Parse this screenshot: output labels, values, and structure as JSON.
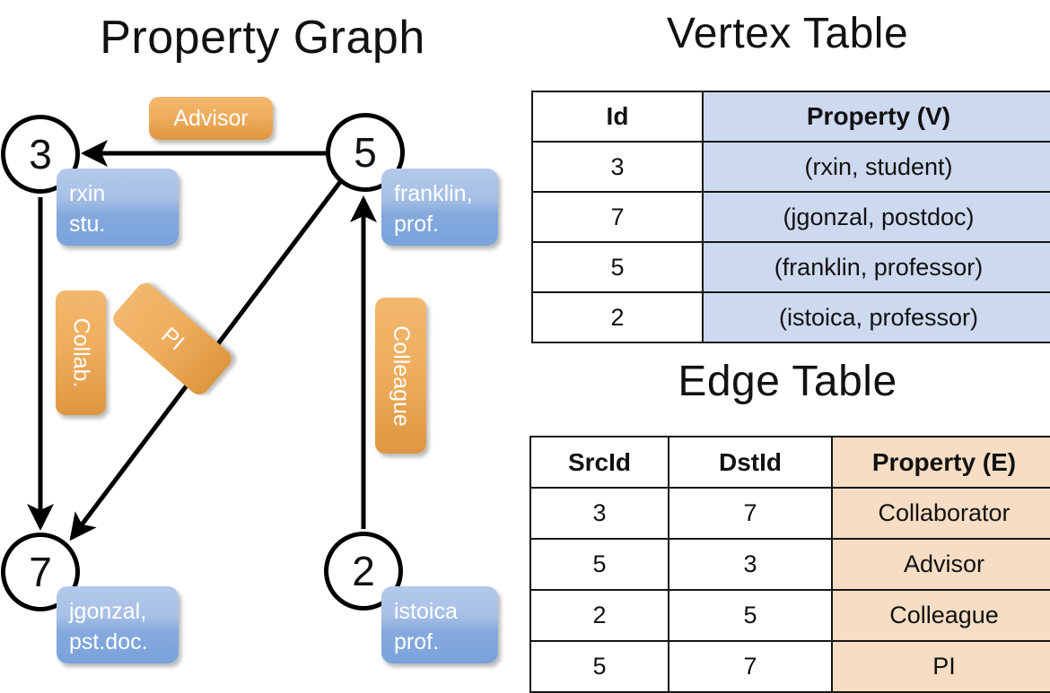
{
  "titles": {
    "property_graph": "Property Graph",
    "vertex_table": "Vertex Table",
    "edge_table": "Edge Table"
  },
  "graph": {
    "nodes": [
      {
        "id": "3",
        "property": "rxin\nstu.",
        "prop_line1": "rxin",
        "prop_line2": "stu."
      },
      {
        "id": "5",
        "property": "franklin,\nprof.",
        "prop_line1": "franklin,",
        "prop_line2": "prof."
      },
      {
        "id": "7",
        "property": "jgonzal,\npst.doc.",
        "prop_line1": "jgonzal,",
        "prop_line2": "pst.doc."
      },
      {
        "id": "2",
        "property": "istoica\nprof.",
        "prop_line1": "istoica",
        "prop_line2": "prof."
      }
    ],
    "edge_labels": [
      {
        "name": "advisor",
        "label": "Advisor"
      },
      {
        "name": "collab",
        "label": "Collab."
      },
      {
        "name": "pi",
        "label": "PI"
      },
      {
        "name": "colleague",
        "label": "Colleague"
      }
    ],
    "edges": [
      {
        "src": "5",
        "dst": "3",
        "label": "Advisor"
      },
      {
        "src": "3",
        "dst": "7",
        "label": "Collab."
      },
      {
        "src": "5",
        "dst": "7",
        "label": "PI"
      },
      {
        "src": "2",
        "dst": "5",
        "label": "Colleague"
      }
    ]
  },
  "vertex_table": {
    "headers": {
      "id": "Id",
      "property": "Property (V)"
    },
    "rows": [
      {
        "id": "3",
        "property": "(rxin, student)"
      },
      {
        "id": "7",
        "property": "(jgonzal, postdoc)"
      },
      {
        "id": "5",
        "property": "(franklin, professor)"
      },
      {
        "id": "2",
        "property": "(istoica, professor)"
      }
    ]
  },
  "edge_table": {
    "headers": {
      "src": "SrcId",
      "dst": "DstId",
      "property": "Property (E)"
    },
    "rows": [
      {
        "src": "3",
        "dst": "7",
        "property": "Collaborator"
      },
      {
        "src": "5",
        "dst": "3",
        "property": "Advisor"
      },
      {
        "src": "2",
        "dst": "5",
        "property": "Colleague"
      },
      {
        "src": "5",
        "dst": "7",
        "property": "PI"
      }
    ]
  },
  "colors": {
    "vertex_property_fill": "#ccd9ef",
    "edge_property_fill": "#f6ddc3",
    "node_box_blue": "#86aade",
    "edge_label_orange": "#eeac5b",
    "border": "#161616"
  }
}
